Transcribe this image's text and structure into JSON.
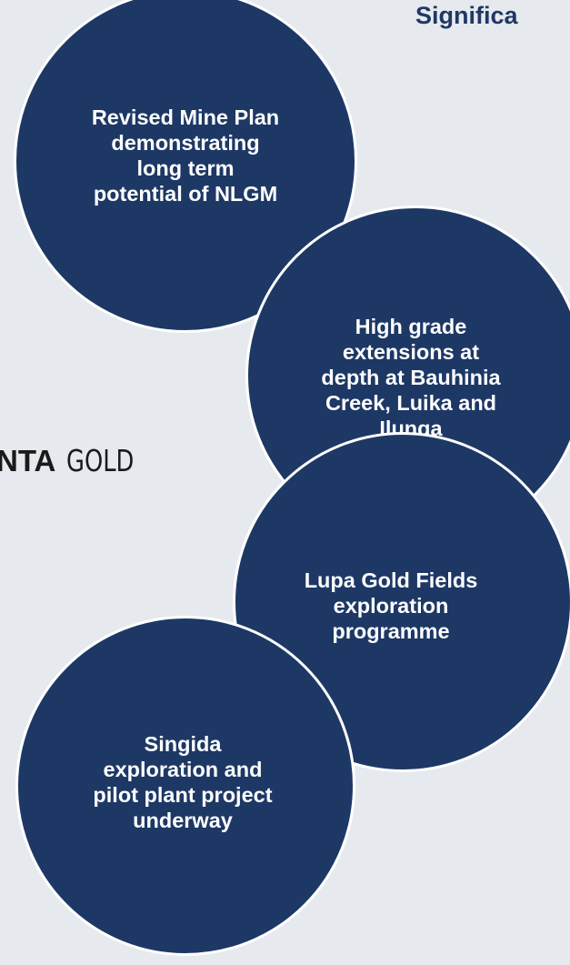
{
  "header": {
    "title": "Significa"
  },
  "logo": {
    "bold_part": "NTA",
    "light_part": "GOLD"
  },
  "circles": [
    {
      "text": "Revised Mine Plan\ndemonstrating\nlong term\npotential of NLGM"
    },
    {
      "text": "High grade\nextensions at\ndepth at Bauhinia\nCreek, Luika and\nIlunga"
    },
    {
      "text": "Lupa Gold Fields\nexploration\nprogramme"
    },
    {
      "text": "Singida\nexploration and\npilot plant  project\nunderway"
    }
  ],
  "colors": {
    "circle_fill": "#1d3865",
    "circle_border": "#ffffff",
    "background": "#e6eaef",
    "title": "#1f3864"
  }
}
